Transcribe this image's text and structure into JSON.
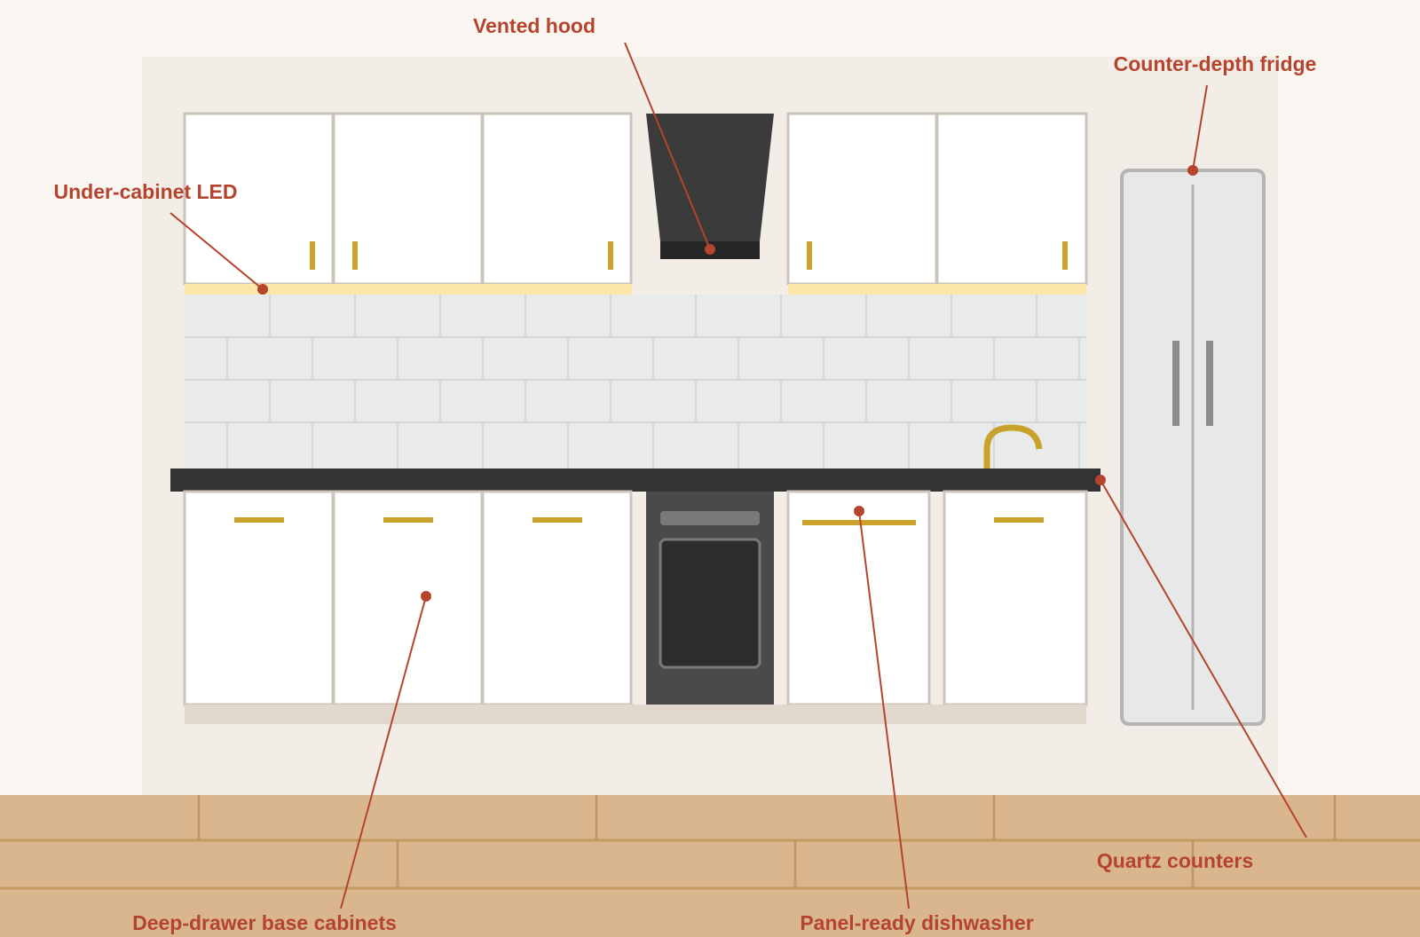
{
  "colors": {
    "background": "#f9f6f2",
    "wall": "#f2ede7",
    "cabinet": "#ffffff",
    "cabinet_border": "#cdc5bb",
    "handle_brass": "#c9a22c",
    "led_strip": "#fbe7a8",
    "tile": "#e8ebea",
    "grout": "#d6d9d8",
    "counter": "#333333",
    "hood": "#3b3b3b",
    "oven_body": "#4a4a4a",
    "oven_window": "#2e2e2e",
    "toe_kick": "#e0d8cd",
    "fridge_body": "#e8e8e8",
    "fridge_border": "#b5b5b5",
    "floor": "#d9b68e",
    "floor_line": "#c49a63",
    "callout": "#b5442e"
  },
  "callouts": {
    "vented_hood": "Vented hood",
    "fridge": "Counter-depth fridge",
    "led": "Under-cabinet LED",
    "quartz": "Quartz counters",
    "base_cabinets": "Deep-drawer base cabinets",
    "dishwasher": "Panel-ready dishwasher"
  }
}
